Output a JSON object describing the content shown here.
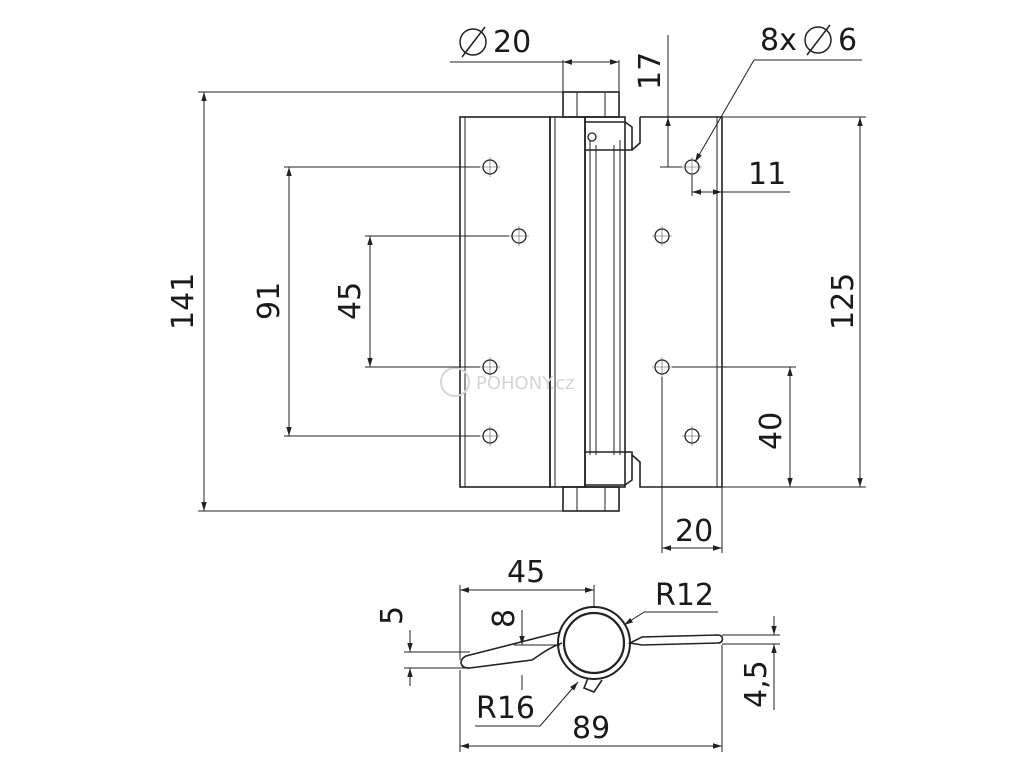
{
  "dimensions": {
    "pin_diameter": "20",
    "top_offset": "17",
    "holes": "8x",
    "hole_diameter": "6",
    "edge_offset": "11",
    "total_height": "141",
    "outer_hole_spacing": "91",
    "inner_hole_spacing": "45",
    "leaf_height": "125",
    "lower_hole_spacing": "40",
    "bottom_width": "20",
    "profile_width": "45",
    "offset_5": "5",
    "thickness_8": "8",
    "radius_12": "R12",
    "radius_16": "R16",
    "thickness_4_5": "4,5",
    "total_width": "89"
  },
  "watermark": "POHONY.cz",
  "colors": {
    "line": "#222222",
    "watermark": "#cfd6dd"
  }
}
